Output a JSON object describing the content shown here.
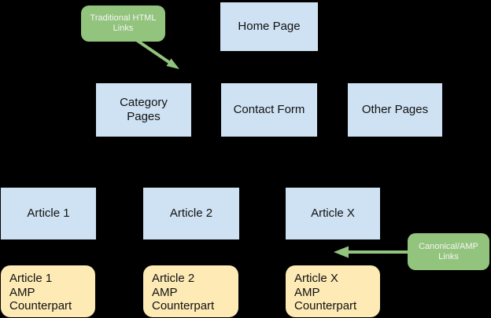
{
  "diagram": {
    "background_color": "#000000",
    "colors": {
      "page_box_fill": "#cfe2f3",
      "amp_box_fill": "#fdeab5",
      "callout_fill": "#93c47d",
      "arrow_color": "#93c47d",
      "box_text_color": "#111111",
      "callout_text_color": "#f5f5f5"
    },
    "nodes": {
      "home": "Home Page",
      "category": "Category\nPages",
      "contact": "Contact Form",
      "other": "Other Pages",
      "article1": "Article 1",
      "article2": "Article 2",
      "articleX": "Article X",
      "amp1": "Article 1\nAMP\nCounterpart",
      "amp2": "Article 2\nAMP\nCounterpart",
      "ampX": "Article X\nAMP\nCounterpart"
    },
    "callouts": {
      "traditional": "Traditional HTML\nLinks",
      "canonical": "Canonical/AMP\nLinks"
    }
  }
}
